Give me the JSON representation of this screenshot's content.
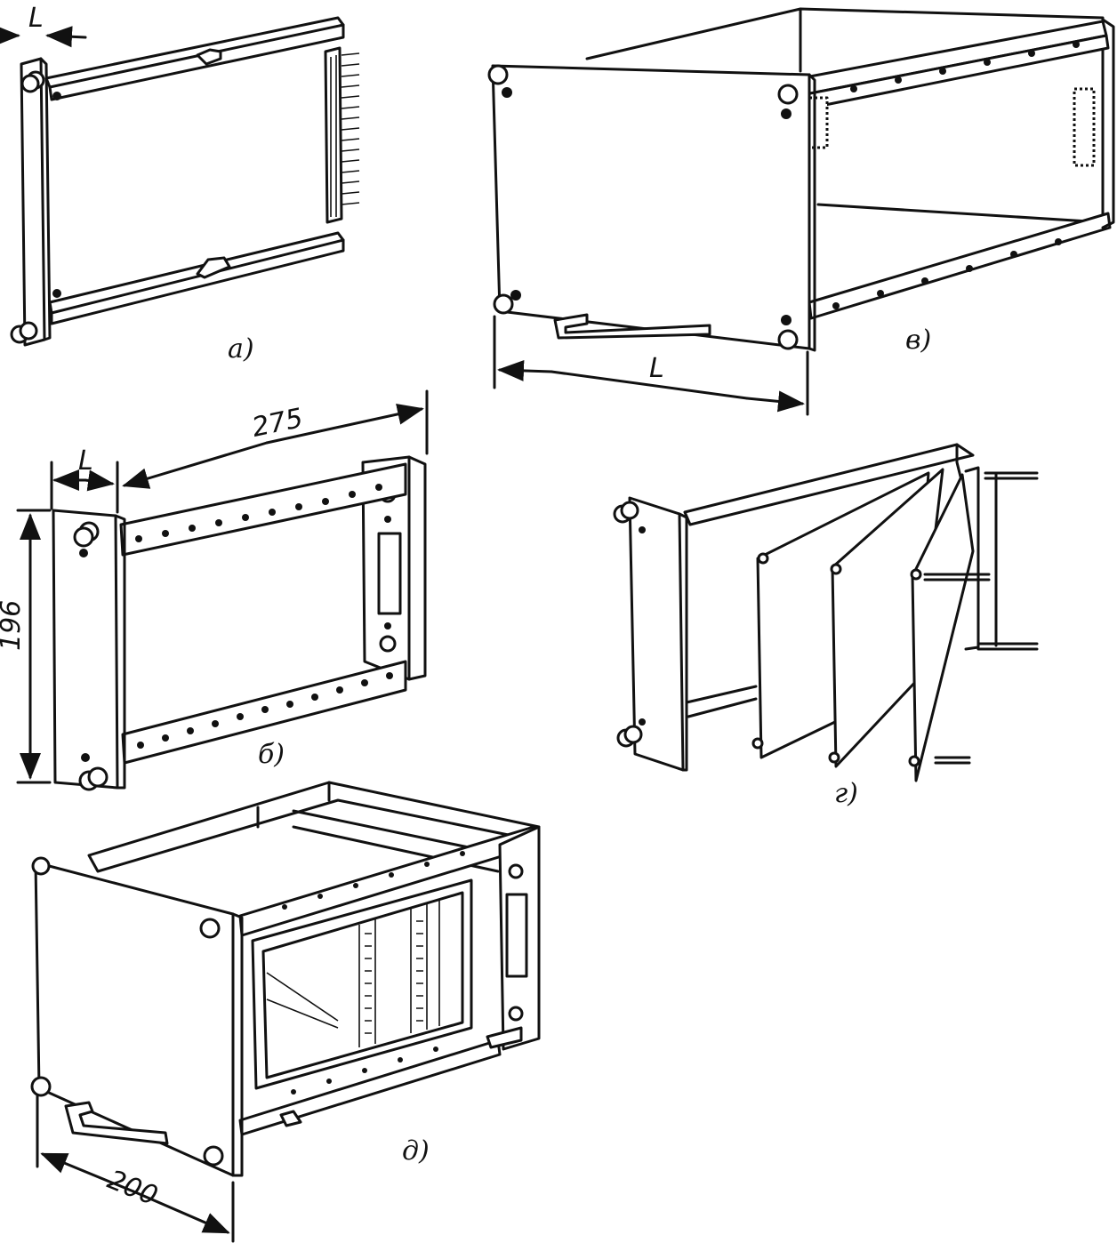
{
  "figures": {
    "a": {
      "caption": "а)",
      "dim_l": "L"
    },
    "b": {
      "caption": "б)",
      "dim_l": "L",
      "dim_width": "275",
      "dim_height": "196"
    },
    "v": {
      "caption": "в)",
      "dim_l": "L"
    },
    "g": {
      "caption": "г)"
    },
    "d": {
      "caption": "д)",
      "dim_depth": "200"
    }
  },
  "colors": {
    "ink": "#111111",
    "paper": "#ffffff"
  }
}
